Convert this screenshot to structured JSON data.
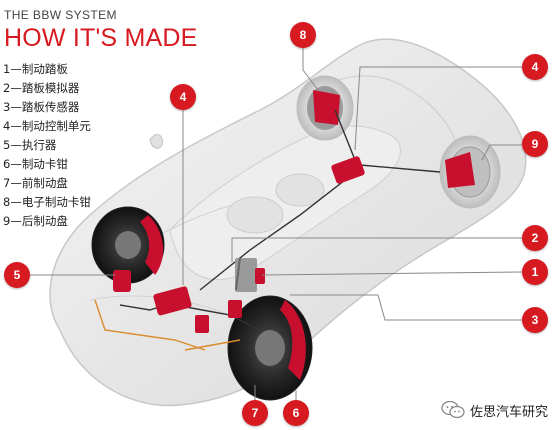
{
  "header": {
    "subtitle": "THE BBW SYSTEM",
    "title": "HOW IT'S MADE"
  },
  "legend": [
    {
      "number": "1",
      "label": "1—制动踏板"
    },
    {
      "number": "2",
      "label": "2—踏板模拟器"
    },
    {
      "number": "3",
      "label": "3—踏板传感器"
    },
    {
      "number": "4",
      "label": "4—制动控制单元"
    },
    {
      "number": "5",
      "label": "5—执行器"
    },
    {
      "number": "6",
      "label": "6—制动卡钳"
    },
    {
      "number": "7",
      "label": "7—前制动盘"
    },
    {
      "number": "8",
      "label": "8—电子制动卡钳"
    },
    {
      "number": "9",
      "label": "9—后制动盘"
    }
  ],
  "callouts": {
    "c1": "1",
    "c2": "2",
    "c3": "3",
    "c4a": "4",
    "c4b": "4",
    "c5": "5",
    "c6": "6",
    "c7": "7",
    "c8": "8",
    "c9": "9"
  },
  "watermark": {
    "icon": "wechat-icon",
    "text": "佐思汽车研究"
  },
  "colors": {
    "accent": "#d71920",
    "car_body": "#e6e6e6",
    "brake_red": "#c8102e",
    "wire_orange": "#d98a2b"
  }
}
